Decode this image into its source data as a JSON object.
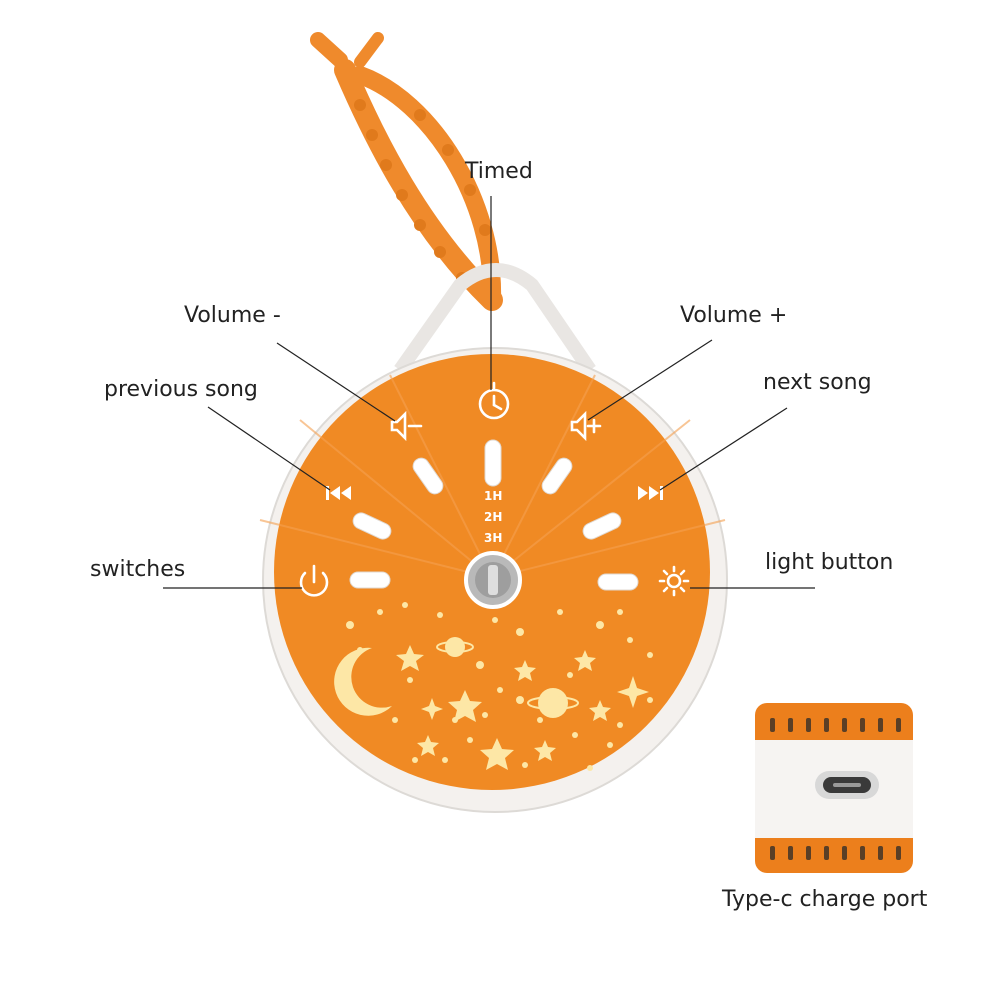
{
  "labels": {
    "timed": "Timed",
    "volume_minus": "Volume -",
    "volume_plus": "Volume +",
    "previous_song": "previous song",
    "next_song": "next song",
    "switches": "switches",
    "light_button": "light button",
    "charge_port": "Type-c charge port"
  },
  "timer_options": [
    "1H",
    "2H",
    "3H"
  ],
  "icons": [
    "timer-icon",
    "volume-down-icon",
    "volume-up-icon",
    "previous-track-icon",
    "next-track-icon",
    "power-icon",
    "sun-icon",
    "moon-icon",
    "star-icon",
    "planet-icon",
    "usb-c-port-icon"
  ],
  "colors": {
    "device_orange": "#f08a24",
    "shell_white": "#f4f1ee",
    "glow_yellow": "#fde7a6",
    "strap_orange": "#ef8a2c"
  }
}
